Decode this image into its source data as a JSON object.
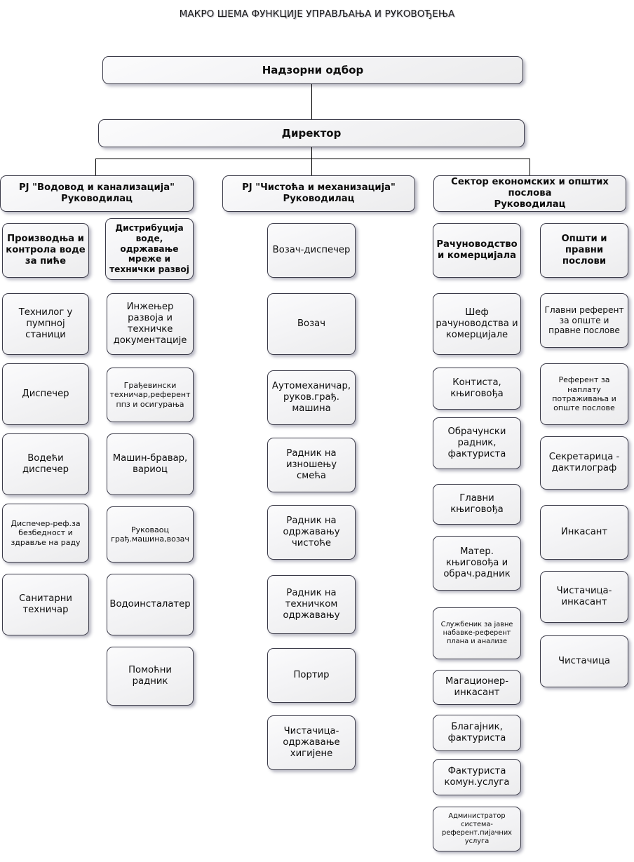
{
  "title": "МАКРО ШЕМА ФУНКЦИЈЕ УПРАВЉАЊА И РУКОВОЂЕЊА",
  "colors": {
    "box_fill": "#f4f4f6",
    "box_border": "#3a3a48",
    "text": "#0d0d0d",
    "connector": "#000000",
    "page_bg": "#ffffff"
  },
  "top": {
    "board": "Надзорни одбор",
    "director": "Директор"
  },
  "departments": [
    {
      "label": "PJ \"Водовод и канализација\"\nРуководилац"
    },
    {
      "label": "PJ \"Чистоћа и механизација\"\nРуководилац"
    },
    {
      "label": "Сектор економских и општих послова\nРуководилац"
    }
  ],
  "columns": {
    "water_production": {
      "header": "Производња и контрола воде за пиће",
      "items": [
        "Технилог у пумпној станици",
        "Диспечер",
        "Водећи диспечер",
        "Диспечер-реф.за безбедност и здравље на раду",
        "Санитарни техничар"
      ]
    },
    "water_distribution": {
      "header": "Дистрибуција воде, одржавање мреже и технички развој",
      "items": [
        "Инжењер развоја и техничке документације",
        "Грађевински техничар,референт ппз и осигурања",
        "Машин-бравар, вариоц",
        "Руковаоц грађ.машина,возач",
        "Водоинсталатер",
        "Помоћни радник"
      ]
    },
    "sanitation": {
      "items": [
        "Возач-диспечер",
        "Возач",
        "Аутомеханичар, руков.грађ. машина",
        "Радник на изношењу смећа",
        "Радник на одржавању чистоће",
        "Радник на техничком одржавању",
        "Портир",
        "Чистачица-одржавање хигијене"
      ]
    },
    "accounting": {
      "header": "Рачуноводство и комерцијала",
      "items": [
        "Шеф рачуноводства и комерцијале",
        "Контиста, књиговођа",
        "Обрачунски радник, фактуриста",
        "Главни књиговођа",
        "Матер. књиговођа и обрач.радник",
        "Службеник за јавне набавке-референт плана и анализе",
        "Магационер-инкасант",
        "Благајник, фактуриста",
        "Фактуриста комун.услуга",
        "Администратор система-референт.пијачних услуга"
      ]
    },
    "general_legal": {
      "header": "Општи и правни послови",
      "items": [
        "Главни референт за опште и правне послове",
        "Референт за наплату потраживања и опште послове",
        "Секретарица - дактилограф",
        "Инкасант",
        "Чистачица-инкасант",
        "Чистачица"
      ]
    }
  }
}
